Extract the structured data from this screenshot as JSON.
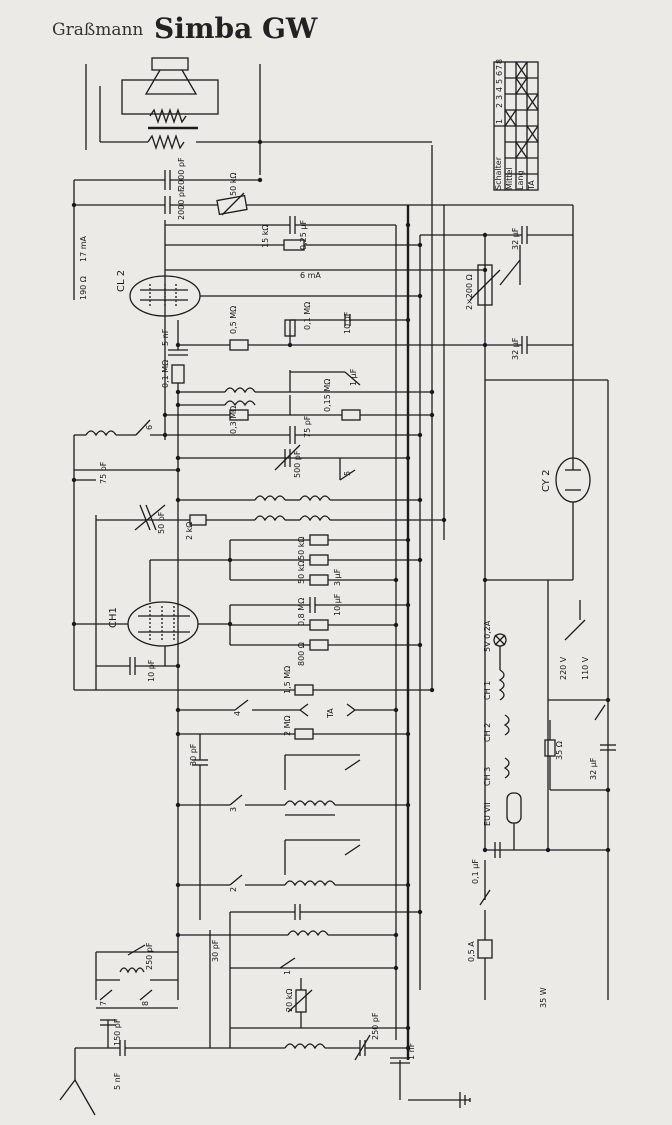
{
  "header": {
    "maker": "Graßmann",
    "model": "Simba GW"
  },
  "tubes": [
    "CL 2",
    "CH1",
    "CY 2"
  ],
  "switch_table": {
    "rows": [
      {
        "label": "Schalter",
        "cells": [
          "1",
          "2",
          "3",
          "4",
          "5",
          "6",
          "7",
          "8"
        ]
      },
      {
        "label": "Mittel",
        "cells": [
          "",
          "",
          "",
          "",
          "",
          "",
          "",
          ""
        ]
      },
      {
        "label": "Lang",
        "cells": [
          "",
          "",
          "",
          "",
          "",
          "",
          "",
          ""
        ]
      },
      {
        "label": "TA",
        "cells": [
          "",
          "",
          "",
          "",
          "",
          "",
          "",
          ""
        ]
      }
    ]
  },
  "labels": {
    "c_2000pf_a": "2000 pF",
    "c_2000pf_b": "2000 pF",
    "r_50k_top": "50 kΩ",
    "r_15k": "15 kΩ",
    "c_025uf": "0,25 µF",
    "c_32uf_a": "32 µF",
    "c_32uf_b": "32 µF",
    "r_2x200": "2×200 Ω",
    "r_190": "190 Ω",
    "cur_17": "17 mA",
    "cur_6": "6 mA",
    "r_05m": "0,5 MΩ",
    "r_01m_a": "0,1 MΩ",
    "c_10uf_a": "10 µF",
    "c_5nf_a": "5 nF",
    "r_01m_b": "0,1 MΩ",
    "r_015m": "0,15 MΩ",
    "c_1uf": "1 µF",
    "r_03m": "0,3 MΩ",
    "c_75pf_a": "75 pF",
    "c_75pf_b": "75 pF",
    "c_500pf": "500 pF",
    "c_50pf": "50 pF",
    "r_2k": "2 kΩ",
    "r_50k_a": "50 kΩ",
    "r_50k_b": "50 kΩ",
    "c_3uf": "3 µF",
    "r_08m": "0,8 MΩ",
    "c_10uf_b": "10 µF",
    "r_800": "800 Ω",
    "c_10pf": "10 pF",
    "r_15m": "1,5 MΩ",
    "r_2m": "2 MΩ",
    "ta": "TA",
    "c_30pf_a": "30 pF",
    "c_30pf_b": "30 pF",
    "c_250pf_a": "250 pF",
    "c_250pf_b": "250 pF",
    "r_20k": "20 kΩ",
    "c_150pf": "150 pF",
    "c_5nf_b": "5 nF",
    "c_1nf": "1 nF",
    "lamp": "5V 0,2A",
    "ch1": "CH 1",
    "ch2": "CH 2",
    "ch3": "CH 3",
    "euvii": "EU VII",
    "v220": "220 V",
    "v110": "110 V",
    "r_35": "35 Ω",
    "c_32uf_c": "32 µF",
    "c_01uf": "0,1 µF",
    "fuse": "0,5 A",
    "power": "35 W",
    "sw": [
      "1",
      "2",
      "3",
      "4",
      "5",
      "6",
      "7",
      "8"
    ]
  }
}
